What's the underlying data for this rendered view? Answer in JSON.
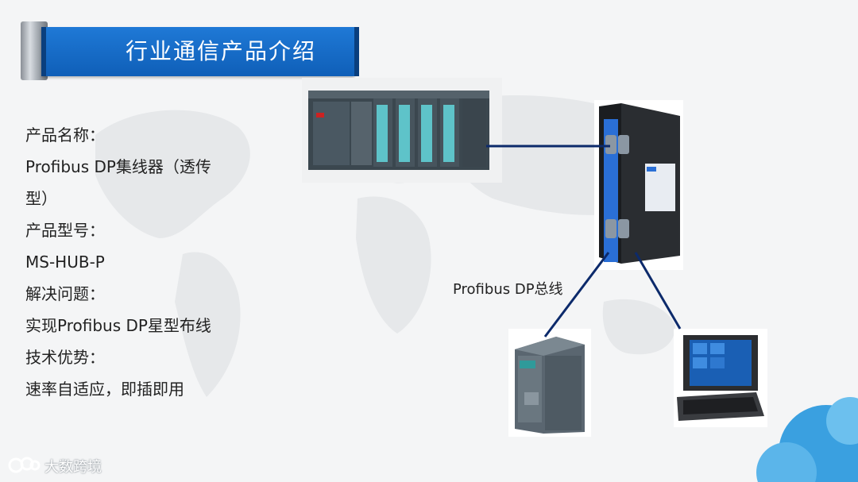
{
  "title": "行业通信产品介绍",
  "description": {
    "lines": [
      "产品名称：",
      "Profibus DP集线器（透传",
      "型）",
      "产品型号：",
      "MS-HUB-P",
      "解决问题：",
      "实现Profibus DP星型布线",
      "技术优势：",
      "速率自适应，即插即用"
    ]
  },
  "diagram": {
    "bus_label": "Profibus DP总线"
  },
  "footer": {
    "logo_text": "大数跨境"
  },
  "colors": {
    "title_blue": "#1670cf",
    "wire_navy": "#0c2a6b",
    "hub_accent": "#2a6fd6"
  }
}
